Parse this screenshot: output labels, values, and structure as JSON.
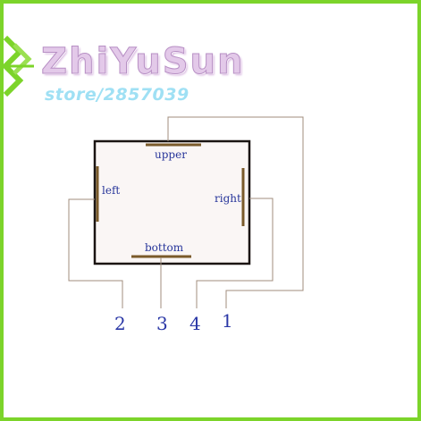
{
  "branding": {
    "name": "ZhiYuSun",
    "store": "store/2857039"
  },
  "diagram": {
    "labels": {
      "upper": "upper",
      "left": "left",
      "right": "right",
      "bottom": "bottom"
    },
    "pins": [
      "1",
      "2",
      "3",
      "4"
    ],
    "colors": {
      "frame_border": "#7cd42a",
      "panel_fill": "#faf6f5",
      "panel_border": "#1a1412",
      "electrode": "#7a5a2a",
      "wire": "#a08c7c",
      "label_text": "#27359a"
    }
  }
}
